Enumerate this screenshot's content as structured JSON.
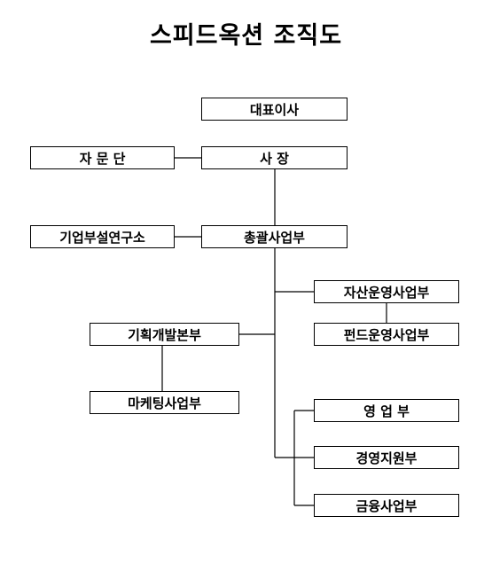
{
  "title": "스피드옥션 조직도",
  "nodes": {
    "ceo": "대표이사",
    "advisory": "자 문 단",
    "president": "사 장",
    "research": "기업부설연구소",
    "general": "총괄사업부",
    "asset": "자산운영사업부",
    "fund": "펀드운영사업부",
    "planning": "기획개발본부",
    "marketing": "마케팅사업부",
    "sales": "영 업 부",
    "management": "경영지원부",
    "finance": "금융사업부"
  }
}
